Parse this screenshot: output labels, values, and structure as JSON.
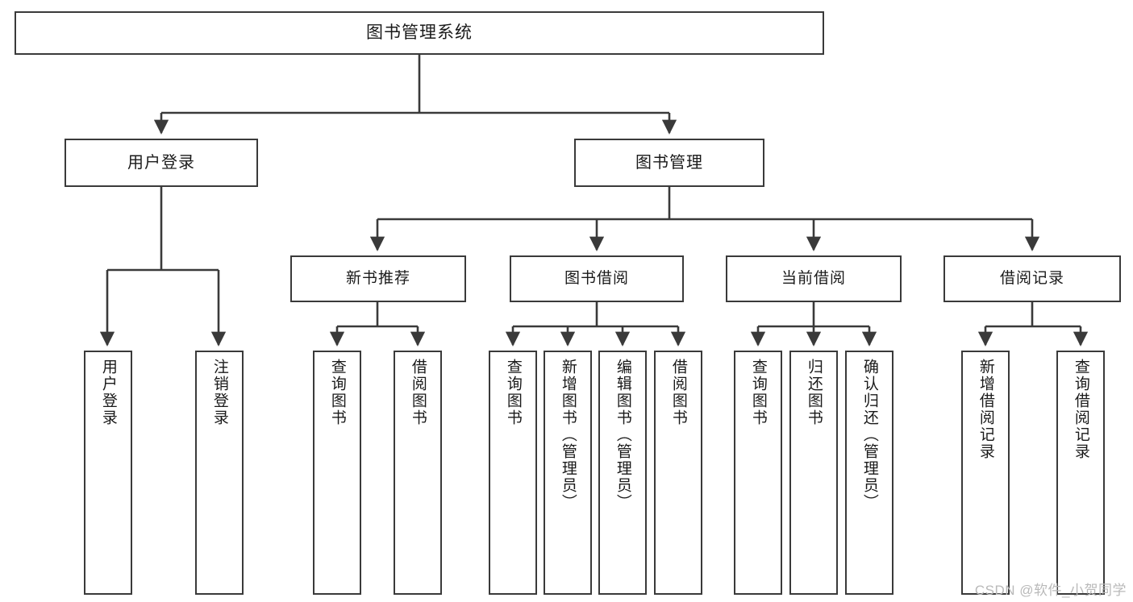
{
  "diagram": {
    "title_box": {
      "label": "图书管理系统"
    },
    "watermark": "CSDN @软件_小贺同学",
    "colors": {
      "background": "#ffffff",
      "box_border": "#3a3a3a",
      "box_fill": "#ffffff",
      "edge": "#3a3a3a",
      "text": "#1a1a1a",
      "watermark": "#b9b9b9"
    },
    "level1": [
      {
        "label": "用户登录"
      },
      {
        "label": "图书管理"
      }
    ],
    "level2": [
      {
        "label": "新书推荐"
      },
      {
        "label": "图书借阅"
      },
      {
        "label": "当前借阅"
      },
      {
        "label": "借阅记录"
      }
    ],
    "leaves": {
      "user_login": [
        {
          "label": "用户登录"
        },
        {
          "label": "注销登录"
        }
      ],
      "new_book_recommend": [
        {
          "label": "查询图书"
        },
        {
          "label": "借阅图书"
        }
      ],
      "book_borrow": [
        {
          "label": "查询图书"
        },
        {
          "label": "新增图书（管理员）"
        },
        {
          "label": "编辑图书（管理员）"
        },
        {
          "label": "借阅图书"
        }
      ],
      "current_borrow": [
        {
          "label": "查询图书"
        },
        {
          "label": "归还图书"
        },
        {
          "label": "确认归还（管理员）"
        }
      ],
      "borrow_records": [
        {
          "label": "新增借阅记录"
        },
        {
          "label": "查询借阅记录"
        }
      ]
    }
  }
}
